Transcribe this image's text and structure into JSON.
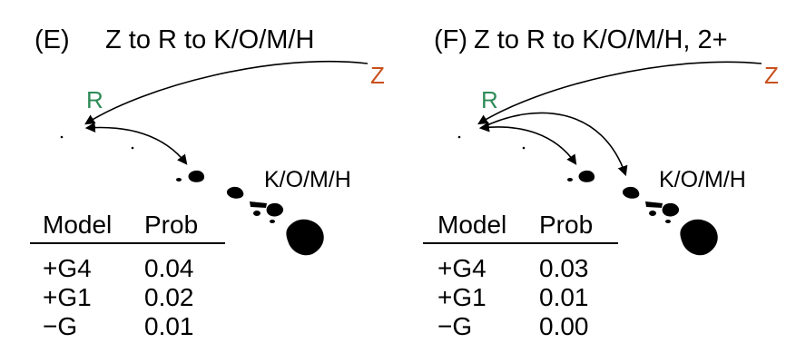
{
  "colors": {
    "source_node": "#c9501c",
    "intermediate_node": "#2e8b57",
    "arrows": "#000000",
    "islands": "#000000"
  },
  "panels": [
    {
      "id": "(E)",
      "title": "Z to R to K/O/M/H",
      "nodes": {
        "origin": "Z",
        "intermediate": "R",
        "destination": "K/O/M/H"
      },
      "table": {
        "headers": [
          "Model",
          "Prob"
        ],
        "rows": [
          {
            "model": "+G4",
            "prob": "0.04"
          },
          {
            "model": "+G1",
            "prob": "0.02"
          },
          {
            "model": "−G",
            "prob": "0.01"
          }
        ]
      }
    },
    {
      "id": "(F)",
      "title": "Z to R to K/O/M/H, 2+",
      "nodes": {
        "origin": "Z",
        "intermediate": "R",
        "destination": "K/O/M/H"
      },
      "table": {
        "headers": [
          "Model",
          "Prob"
        ],
        "rows": [
          {
            "model": "+G4",
            "prob": "0.03"
          },
          {
            "model": "+G1",
            "prob": "0.01"
          },
          {
            "model": "−G",
            "prob": "0.00"
          }
        ]
      }
    }
  ]
}
